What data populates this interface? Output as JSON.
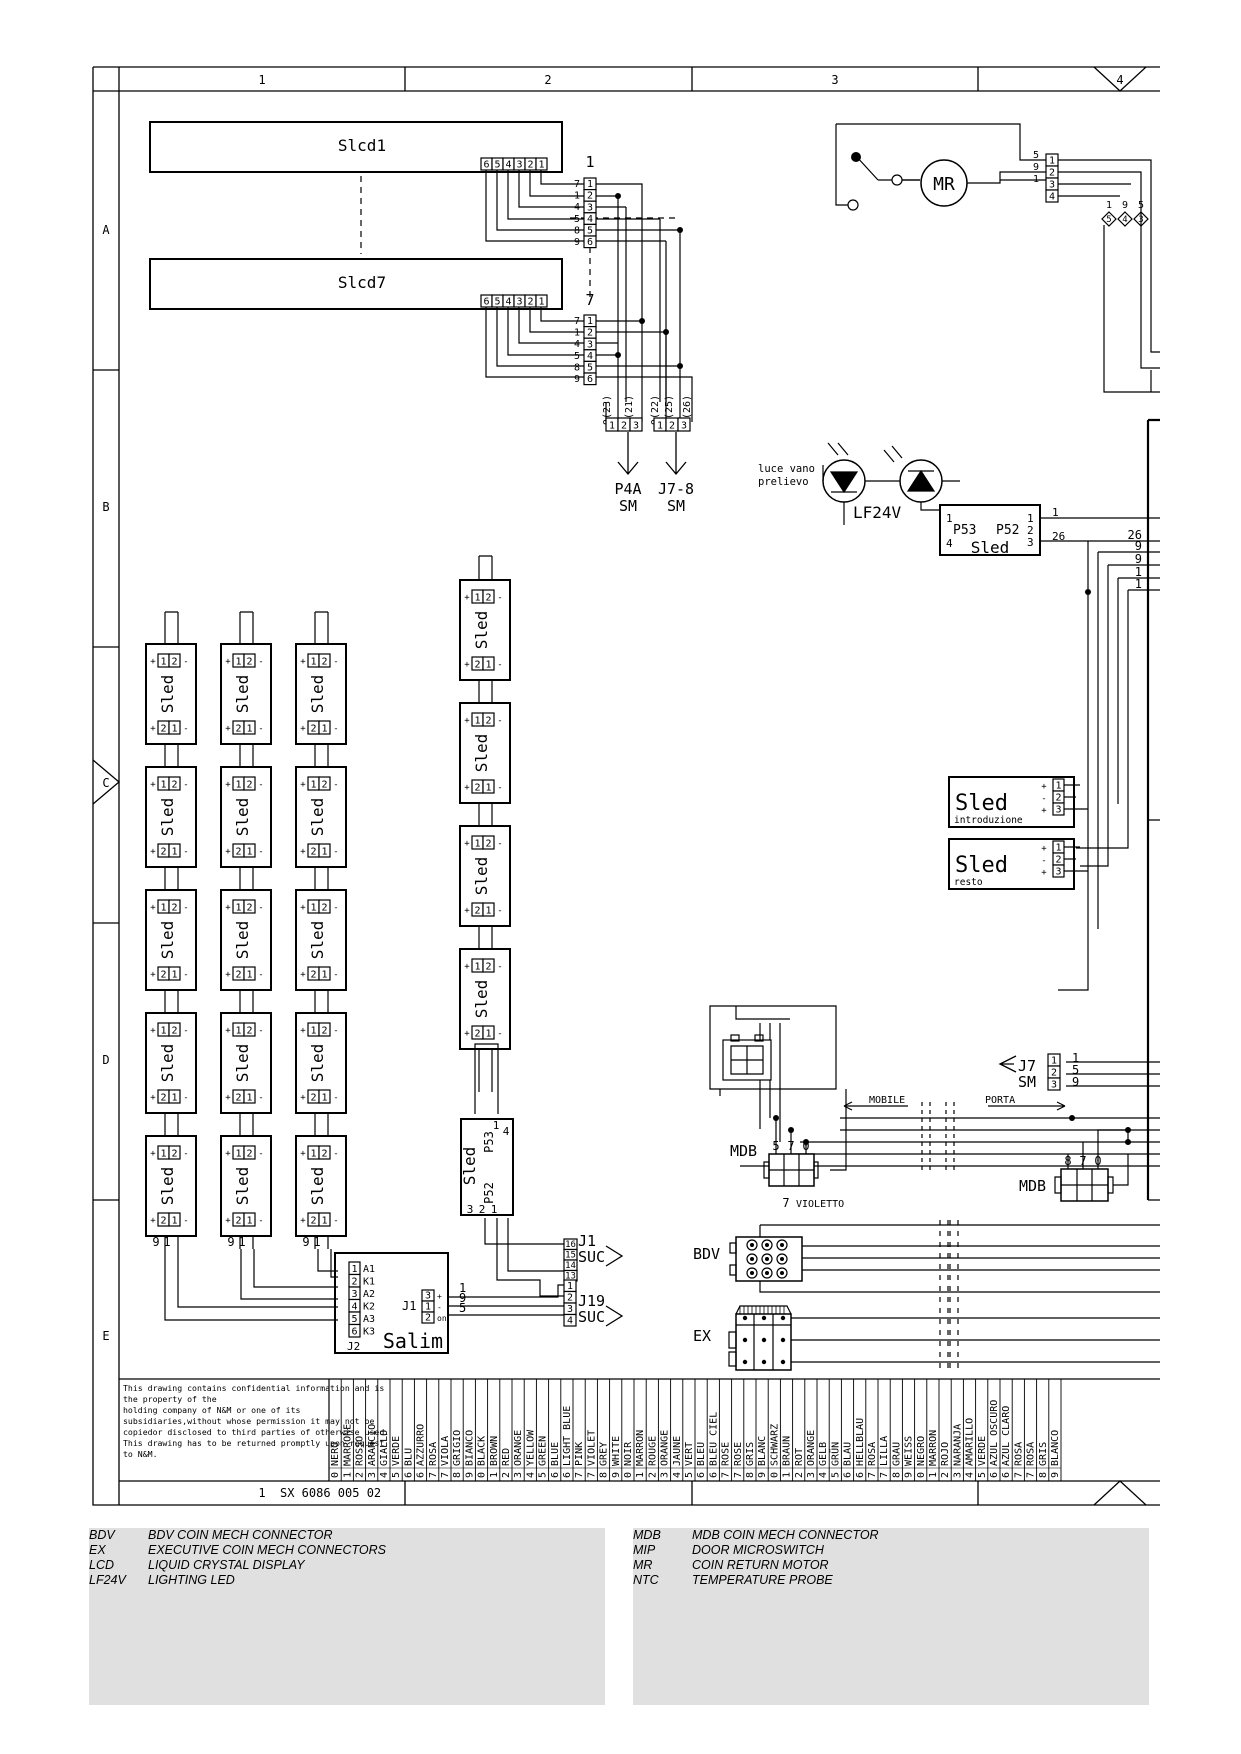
{
  "frame": {
    "columns": [
      "1",
      "2",
      "3",
      "4"
    ],
    "rows": [
      "A",
      "B",
      "C",
      "D",
      "E"
    ]
  },
  "lcd": {
    "top_label": "Slcd1",
    "bottom_label": "Slcd7",
    "pins": [
      "6",
      "5",
      "4",
      "3",
      "2",
      "1"
    ],
    "top_index": "1",
    "bottom_index": "7",
    "wire_numbers": [
      "7",
      "1",
      "4",
      "5",
      "8",
      "9"
    ],
    "terminals": [
      "1",
      "2",
      "3",
      "4",
      "5",
      "6"
    ]
  },
  "lcd_outputs": {
    "wires": [
      "0(23)",
      "0(21)",
      "0(22)",
      "0(25)",
      "0(26)"
    ],
    "connector_pins": [
      "1",
      "2",
      "3"
    ],
    "left_target": "P4A",
    "right_target": "J7-8",
    "sub": "SM"
  },
  "motor": {
    "label": "MR",
    "wires": [
      "5",
      "9",
      "1"
    ],
    "terminals": [
      "1",
      "2",
      "3",
      "4"
    ],
    "right_wires": [
      "1",
      "9",
      "5"
    ],
    "right_pins": [
      "5",
      "4",
      "3"
    ]
  },
  "lighting": {
    "note_line1": "luce vano",
    "note_line2": "prelievo",
    "label": "LF24V",
    "board_p53": "P53",
    "board_p52": "P52",
    "board_name": "Sled",
    "pin_1": "1",
    "pin_4": "4",
    "pin_2": "2",
    "pin_3": "3",
    "wire_1": "1",
    "wire_26": "26",
    "right_wires": [
      "26",
      "9",
      "9",
      "1",
      "1"
    ]
  },
  "sled_board": {
    "label": "Sled",
    "pin_1": "1",
    "pin_2": "2",
    "plus": "+",
    "minus": "-"
  },
  "sled_hub": {
    "label": "Sled",
    "p53": "P53",
    "p52": "P52",
    "pins": [
      "3",
      "2",
      "1",
      "1",
      "4"
    ]
  },
  "column_wires": [
    "9",
    "1"
  ],
  "salim": {
    "label": "Salim",
    "pins_left": [
      "1",
      "2",
      "3",
      "4",
      "5",
      "6"
    ],
    "pin_labels": [
      "A1",
      "K1",
      "A2",
      "K2",
      "A3",
      "K3"
    ],
    "j2": "J2",
    "j1": "J1",
    "j1_pins": [
      "3",
      "1",
      "2"
    ],
    "j1_signs": [
      "+",
      "-",
      "on"
    ],
    "out_wires": [
      "1",
      "9",
      "5"
    ]
  },
  "j1_suc": {
    "label": "J1",
    "sub": "SUC",
    "pins": [
      "16",
      "15",
      "14",
      "13"
    ]
  },
  "j19_suc": {
    "label": "J19",
    "sub": "SUC",
    "pins": [
      "1",
      "2",
      "3",
      "4"
    ]
  },
  "sled_intro": {
    "label": "Sled",
    "caption": "introduzione",
    "signs": [
      "+",
      "-",
      "+"
    ],
    "pins": [
      "1",
      "2",
      "3"
    ]
  },
  "sled_resto": {
    "label": "Sled",
    "caption": "resto",
    "signs": [
      "+",
      "-",
      "+"
    ],
    "pins": [
      "1",
      "2",
      "3"
    ]
  },
  "j7_sm": {
    "label": "J7",
    "sub": "SM",
    "pins": [
      "1",
      "2",
      "3"
    ],
    "wires": [
      "1",
      "5",
      "9"
    ]
  },
  "wiring_labels": {
    "mobile": "MOBILE",
    "porta": "PORTA",
    "violetto": "VIOLETTO"
  },
  "mdb_left": {
    "label": "MDB",
    "pins": [
      "5",
      "7",
      "0"
    ],
    "bottom_pin": "7"
  },
  "mdb_right": {
    "label": "MDB",
    "pins": [
      "8",
      "7",
      "0"
    ]
  },
  "bdv": {
    "label": "BDV"
  },
  "ex": {
    "label": "EX"
  },
  "title_block": {
    "notice": [
      "This drawing contains confidential information and is",
      "the property of the",
      "holding company of N&M or one of its",
      "subsidiaries,without whose permission it may not be",
      "copiedor disclosed to third parties of otherwise used.",
      "This drawing has to be returned promptly upon request",
      "to N&M."
    ],
    "code_index": "1",
    "code": "SX 6086 005 02",
    "color_groups": [
      {
        "lang": "IT",
        "items": [
          "0 NERO",
          "1 MARRONE",
          "2 ROSSO",
          "3 ARANCIO",
          "4 GIALLO",
          "5 VERDE",
          "6 BLU",
          "6 AZZURRO",
          "7 ROSA",
          "7 VIOLA",
          "8 GRIGIO",
          "9 BIANCO"
        ]
      },
      {
        "lang": "EN",
        "items": [
          "0 BLACK",
          "1 BROWN",
          "2 RED",
          "3 ORANGE",
          "4 YELLOW",
          "5 GREEN",
          "6 BLUE",
          "6 LIGHT BLUE",
          "7 PINK",
          "7 VIOLET",
          "8 GREY",
          "9 WHITE"
        ]
      },
      {
        "lang": "FR",
        "items": [
          "0 NOIR",
          "1 MARRON",
          "2 ROUGE",
          "3 ORANGE",
          "4 JAUNE",
          "5 VERT",
          "6 BLEU",
          "6 BLEU CIEL",
          "7 ROSE",
          "7 ROSE",
          "8 GRIS",
          "9 BLANC"
        ]
      },
      {
        "lang": "DE",
        "items": [
          "0 SCHWARZ",
          "1 BRAUN",
          "2 ROT",
          "3 ORANGE",
          "4 GELB",
          "5 GRÜN",
          "6 BLAU",
          "6 HELLBLAU",
          "7 ROSA",
          "7 LILLA",
          "8 GRAU",
          "9 WEISS"
        ]
      },
      {
        "lang": "ES",
        "items": [
          "0 NEGRO",
          "1 MARRON",
          "2 ROJO",
          "3 NARANJA",
          "4 AMARILLO",
          "5 VERDE",
          "6 AZUL OSCURO",
          "6 AZUL CLARO",
          "7 ROSA",
          "7 ROSA",
          "8 GRIS",
          "9 BLANCO"
        ]
      }
    ]
  },
  "legend": {
    "left": [
      {
        "abbr": "BDV",
        "desc": "BDV COIN MECH CONNECTOR"
      },
      {
        "abbr": "EX",
        "desc": "EXECUTIVE COIN MECH CONNECTORS"
      },
      {
        "abbr": "LCD",
        "desc": "LIQUID CRYSTAL DISPLAY"
      },
      {
        "abbr": "LF24V",
        "desc": "LIGHTING LED"
      }
    ],
    "right": [
      {
        "abbr": "MDB",
        "desc": "MDB COIN MECH CONNECTOR"
      },
      {
        "abbr": "MIP",
        "desc": "DOOR MICROSWITCH"
      },
      {
        "abbr": "MR",
        "desc": "COIN RETURN MOTOR"
      },
      {
        "abbr": "NTC",
        "desc": "TEMPERATURE PROBE"
      }
    ]
  }
}
